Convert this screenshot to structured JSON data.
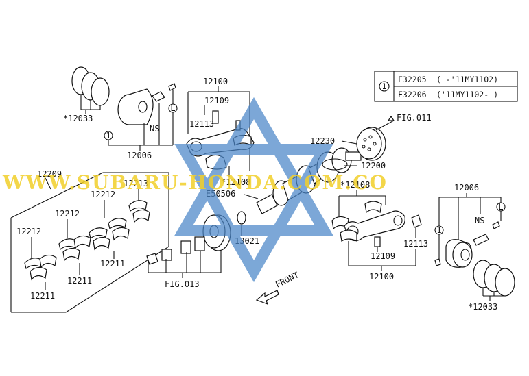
{
  "legend": {
    "symbol": "1",
    "rows": [
      {
        "code": "F32205",
        "range": "( -'11MY1102)"
      },
      {
        "code": "F32206",
        "range": "('11MY1102- )"
      }
    ]
  },
  "watermark": {
    "text": "WWW.SUBARU-HONDA.COM.CO",
    "star_color": "#4a86c8",
    "text_color": "#f2cf2a"
  },
  "labels": {
    "piston_rings_left": "*12033",
    "piston_left": "12006",
    "ns_left": "NS",
    "l_left": "L",
    "one_left": "1",
    "rod_left_group": "12100",
    "rod_left_bolt": "12109",
    "rod_left_nut": "12113",
    "rod_left_bearing": "*12108",
    "bearing_group": "12209",
    "bearing_a": "12213",
    "bearing_b1": "12212",
    "bearing_b2": "12212",
    "bearing_b3": "12212",
    "bearing_c1": "12211",
    "bearing_c2": "12211",
    "bearing_c3": "12211",
    "sprocket": "12230",
    "fig011": "FIG.011",
    "crankshaft": "12200",
    "key": "E50506",
    "pulley_washer": "13021",
    "fig013": "FIG.013",
    "front": "FRONT",
    "rod_right_bearing": "*12108",
    "rod_right_bolt": "12109",
    "rod_right_nut": "12113",
    "rod_right_group": "12100",
    "piston_right": "12006",
    "ns_right": "NS",
    "l_right": "L",
    "one_right": "1",
    "piston_rings_right": "*12033"
  }
}
